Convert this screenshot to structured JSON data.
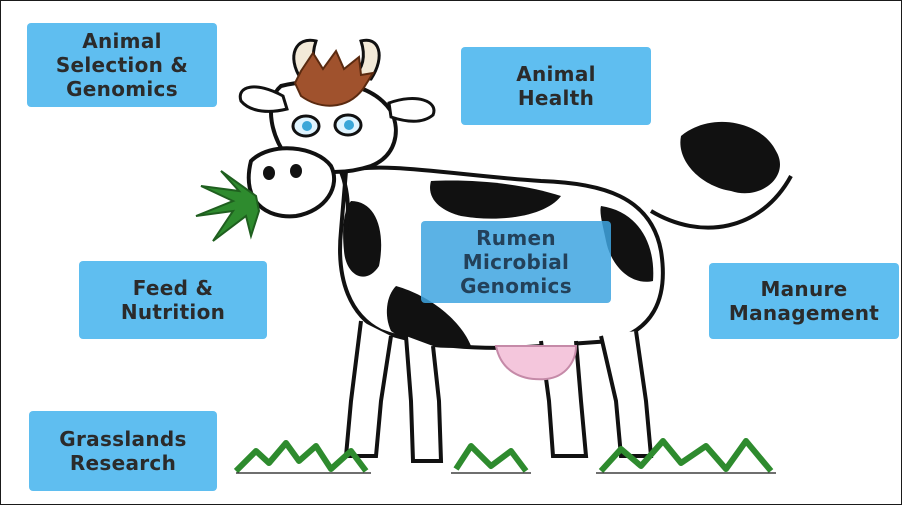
{
  "boxes": {
    "selection": "Animal\nSelection &\nGenomics",
    "health": "Animal\nHealth",
    "rumen": "Rumen\nMicrobial\nGenomics",
    "feed": "Feed &\nNutrition",
    "manure": "Manure\nManagement",
    "grasslands": "Grasslands\nResearch"
  },
  "colors": {
    "box_fill": "#5fbef0",
    "box_text": "#2b2b2b",
    "cow_black": "#111111",
    "hair": "#a0522d",
    "grass": "#2e8b2e",
    "udder": "#f4c6dc"
  },
  "icons": [
    "cow-illustration",
    "grass-strip"
  ]
}
